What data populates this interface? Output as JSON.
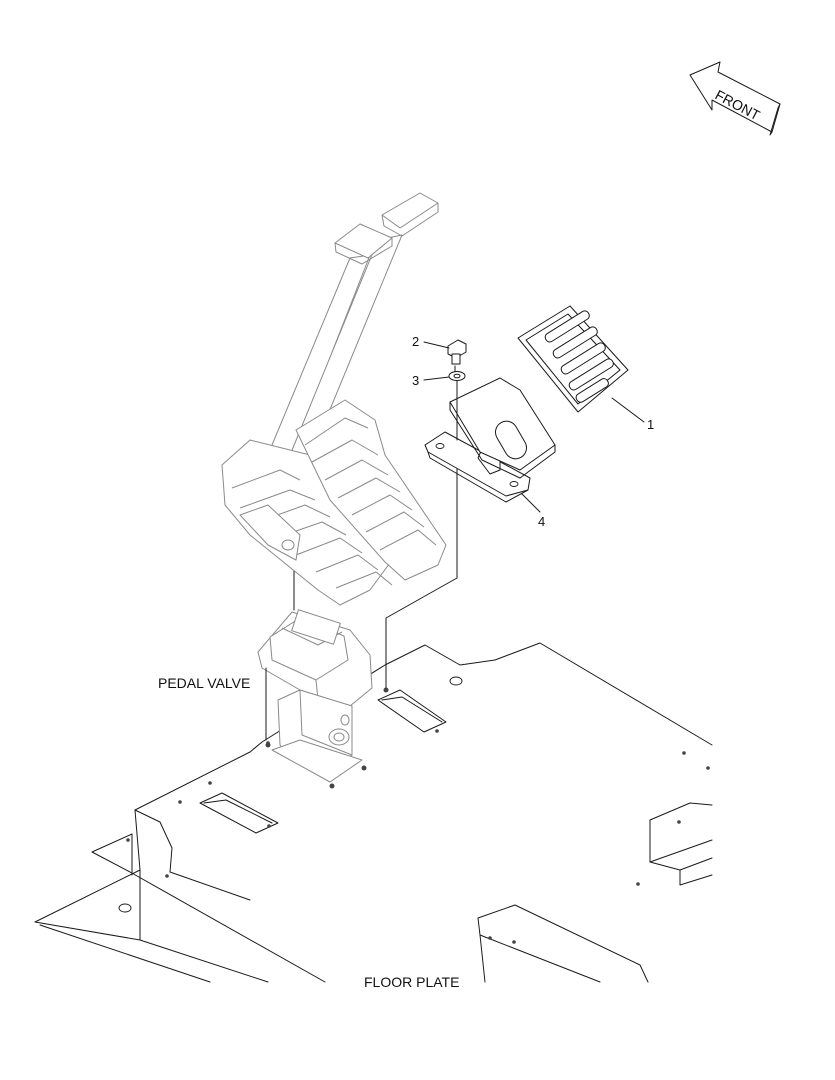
{
  "labels": {
    "front": "FRONT",
    "pedal_valve": "PEDAL VALVE",
    "floor_plate": "FLOOR PLATE"
  },
  "callouts": [
    "1",
    "2",
    "3",
    "4"
  ]
}
